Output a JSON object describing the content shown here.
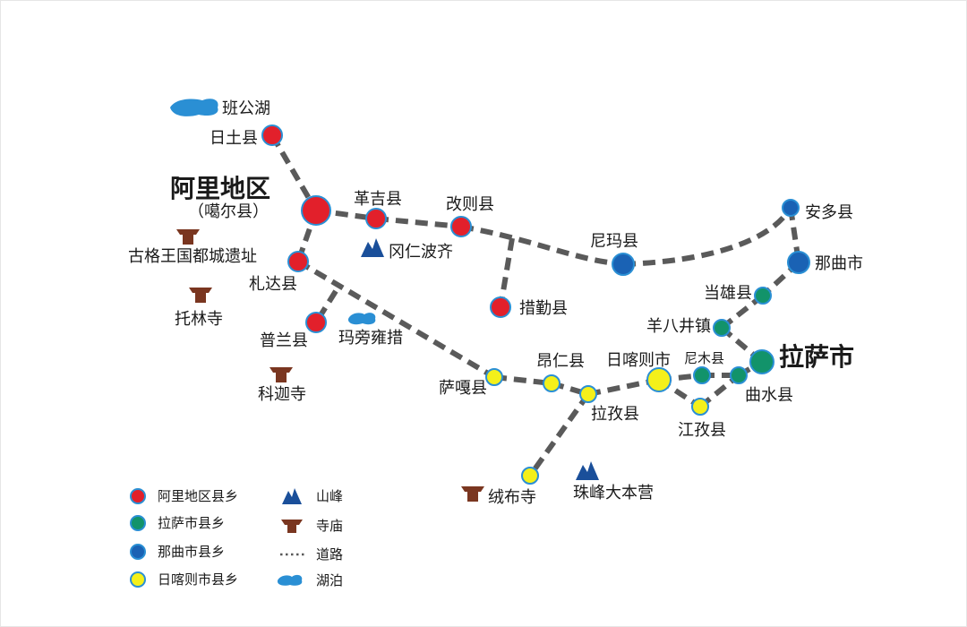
{
  "colors": {
    "ali": "#e2202b",
    "lhasa": "#12936a",
    "nagqu": "#1a62b4",
    "shigatse": "#f4f01a",
    "road": "#5a5a5a",
    "peak": "#1a4f9a",
    "lake": "#2a8fd4",
    "temple": "#7a3620"
  },
  "regions": {
    "ali": "阿里地区",
    "ali_seat": "（噶尔县）",
    "lhasa": "拉萨市"
  },
  "towns": {
    "rutog": "日土县",
    "gegye": "革吉县",
    "gerze": "改则县",
    "nyima": "尼玛县",
    "amdo": "安多县",
    "nagqu": "那曲市",
    "damxung": "当雄县",
    "yangbajing": "羊八井镇",
    "zanda": "札达县",
    "burang": "普兰县",
    "coqen": "措勤县",
    "saga": "萨嘎县",
    "ngamring": "昂仁县",
    "lhatse": "拉孜县",
    "shigatse": "日喀则市",
    "namling": "尼木县",
    "qushui": "曲水县",
    "gyangze": "江孜县"
  },
  "landmarks": {
    "bangong_lake": "班公湖",
    "kangrinboqe": "冈仁波齐",
    "guge_ruins": "古格王国都城遗址",
    "toling": "托林寺",
    "khorchag": "科迦寺",
    "manasarovar": "玛旁雍措",
    "rongbuk": "绒布寺",
    "everest_bc": "珠峰大本营"
  },
  "legend": {
    "ali_towns": "阿里地区县乡",
    "lhasa_towns": "拉萨市县乡",
    "nagqu_towns": "那曲市县乡",
    "shigatse_towns": "日喀则市县乡",
    "peak": "山峰",
    "temple": "寺庙",
    "road": "道路",
    "lake": "湖泊"
  }
}
